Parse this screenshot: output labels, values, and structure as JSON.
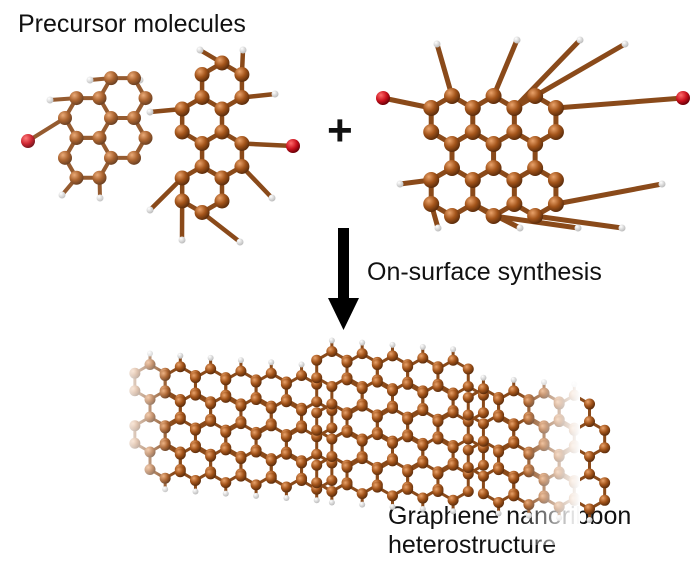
{
  "title": "Precursor molecules",
  "plus_sign": "+",
  "step_label": "On-surface synthesis",
  "product_label_line1": "Graphene nanoribbon",
  "product_label_line2": "heterostructure",
  "colors": {
    "carbon": "#a3541a",
    "carbon_highlight": "#d98a4c",
    "bromine": "#c8101c",
    "hydrogen": "#eeeeee",
    "bond": "#8a4a1a",
    "arrow": "#000000"
  }
}
